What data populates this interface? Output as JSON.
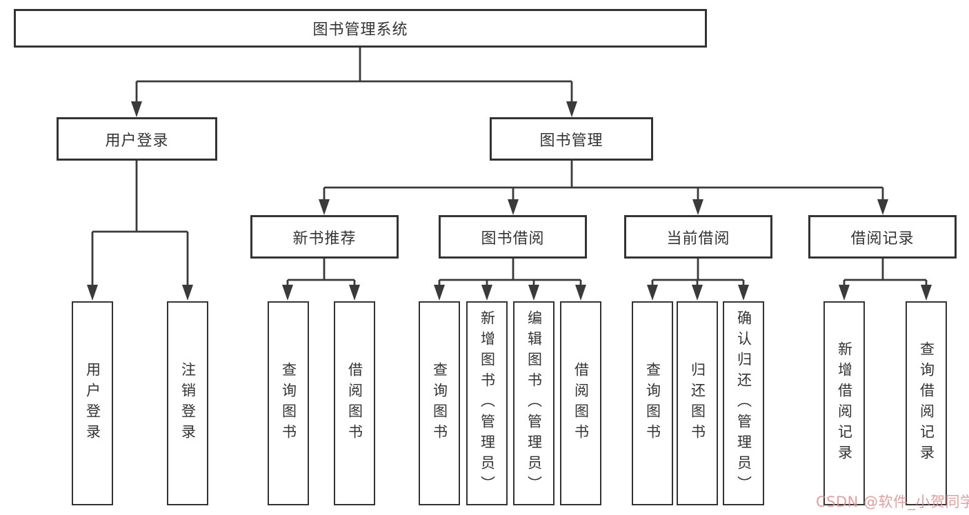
{
  "tree": {
    "label": "图书管理系统",
    "children": [
      {
        "label": "用户登录",
        "children": [
          {
            "label": "用户登录"
          },
          {
            "label": "注销登录"
          }
        ]
      },
      {
        "label": "图书管理",
        "children": [
          {
            "label": "新书推荐",
            "children": [
              {
                "label": "查询图书"
              },
              {
                "label": "借阅图书"
              }
            ]
          },
          {
            "label": "图书借阅",
            "children": [
              {
                "label": "查询图书"
              },
              {
                "label": "新增图书（管理员）"
              },
              {
                "label": "编辑图书（管理员）"
              },
              {
                "label": "借阅图书"
              }
            ]
          },
          {
            "label": "当前借阅",
            "children": [
              {
                "label": "查询图书"
              },
              {
                "label": "归还图书"
              },
              {
                "label": "确认归还（管理员）"
              }
            ]
          },
          {
            "label": "借阅记录",
            "children": [
              {
                "label": "新增借阅记录"
              },
              {
                "label": "查询借阅记录"
              }
            ]
          }
        ]
      }
    ]
  },
  "watermark": {
    "text": "CSDN @软件_小贺同学"
  },
  "colors": {
    "line": "#3a3a3a",
    "box_border": "#333333",
    "text": "#333333",
    "background": "#ffffff",
    "watermark": "#e28c8c"
  }
}
